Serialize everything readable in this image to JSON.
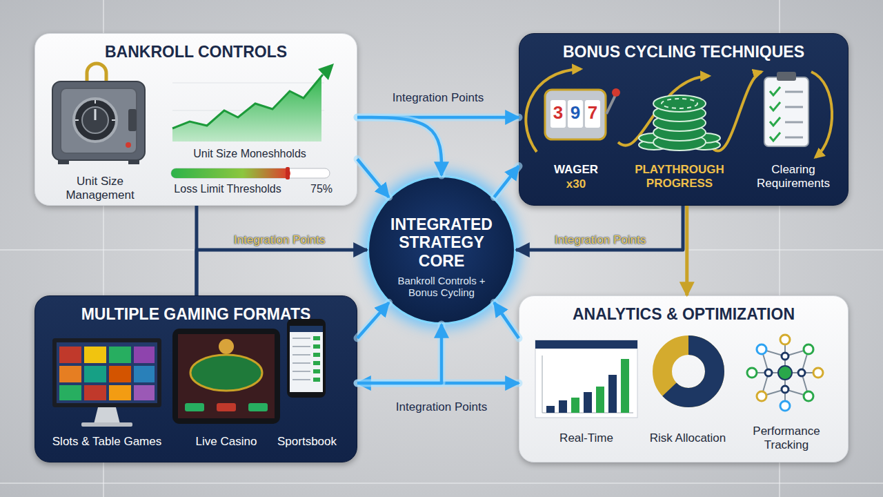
{
  "diagram": {
    "nodes": [
      {
        "text": [
          "BANKROLL CONTROLS",
          "Unit Size Management",
          "Unit Size Moneshholds",
          "Loss Limit Thresholds",
          "75%"
        ]
      },
      {
        "text": [
          "BONUS CYCLING TECHNIQUES",
          "WAGER",
          "x30",
          "PLAYTHROUGH PROGRESS",
          "Clearing Requirements"
        ]
      },
      {
        "text": [
          "INTEGRATED STRATEGY CORE",
          "Bankroll Controls + Bonus Cycling"
        ]
      },
      {
        "text": [
          "MULTIPLE GAMING FORMATS",
          "Slots & Table Games",
          "Live Casino",
          "Sportsbook"
        ]
      },
      {
        "text": [
          "ANALYTICS & OPTIMIZATION",
          "Real-Time",
          "Risk Allocation",
          "Performance Tracking"
        ]
      }
    ],
    "edges": [
      {
        "from": 0,
        "to": 1,
        "arrow": "to",
        "label": "Integration Points"
      },
      {
        "from": 0,
        "to": 2,
        "arrow": "to"
      },
      {
        "from": 2,
        "to": 1,
        "arrow": "to"
      },
      {
        "from": 0,
        "to": 3,
        "arrow": "none"
      },
      {
        "from": 3,
        "to": 2,
        "arrow": "to",
        "label": "Integration Points"
      },
      {
        "from": 1,
        "to": 2,
        "arrow": "to",
        "label": "Integration Points"
      },
      {
        "from": 1,
        "to": 4,
        "arrow": "to"
      },
      {
        "from": 3,
        "to": 2,
        "arrow": "to"
      },
      {
        "from": 4,
        "to": 2,
        "arrow": "to"
      },
      {
        "from": 3,
        "to": 4,
        "arrow": "both",
        "label": "Integration Points"
      },
      {
        "from": 3,
        "to": 2,
        "arrow": "to"
      },
      {
        "from": 0,
        "to": 2,
        "arrow": "to"
      }
    ],
    "labels": [
      "3",
      "9",
      "7"
    ]
  }
}
